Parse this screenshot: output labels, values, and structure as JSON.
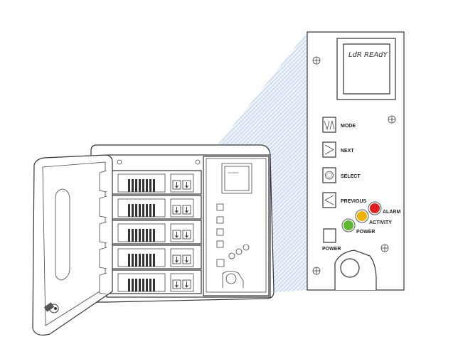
{
  "display": {
    "text": "LdR REAdY"
  },
  "panel": {
    "buttons": [
      {
        "label": "MODE",
        "icon": "mode-icon"
      },
      {
        "label": "NEXT",
        "icon": "next-arrow-icon"
      },
      {
        "label": "SELECT",
        "icon": "select-circle-icon"
      },
      {
        "label": "PREVIOUS",
        "icon": "previous-arrow-icon"
      }
    ],
    "power_button_label": "POWER",
    "leds": [
      {
        "label": "ALARM",
        "color": "#e02020"
      },
      {
        "label": "ACTIVITY",
        "color": "#f0b400"
      },
      {
        "label": "POWER",
        "color": "#5cb82e"
      }
    ]
  },
  "device": {
    "drive_count": 5
  },
  "colors": {
    "projection": "#c8d8f4",
    "line": "#333333"
  }
}
